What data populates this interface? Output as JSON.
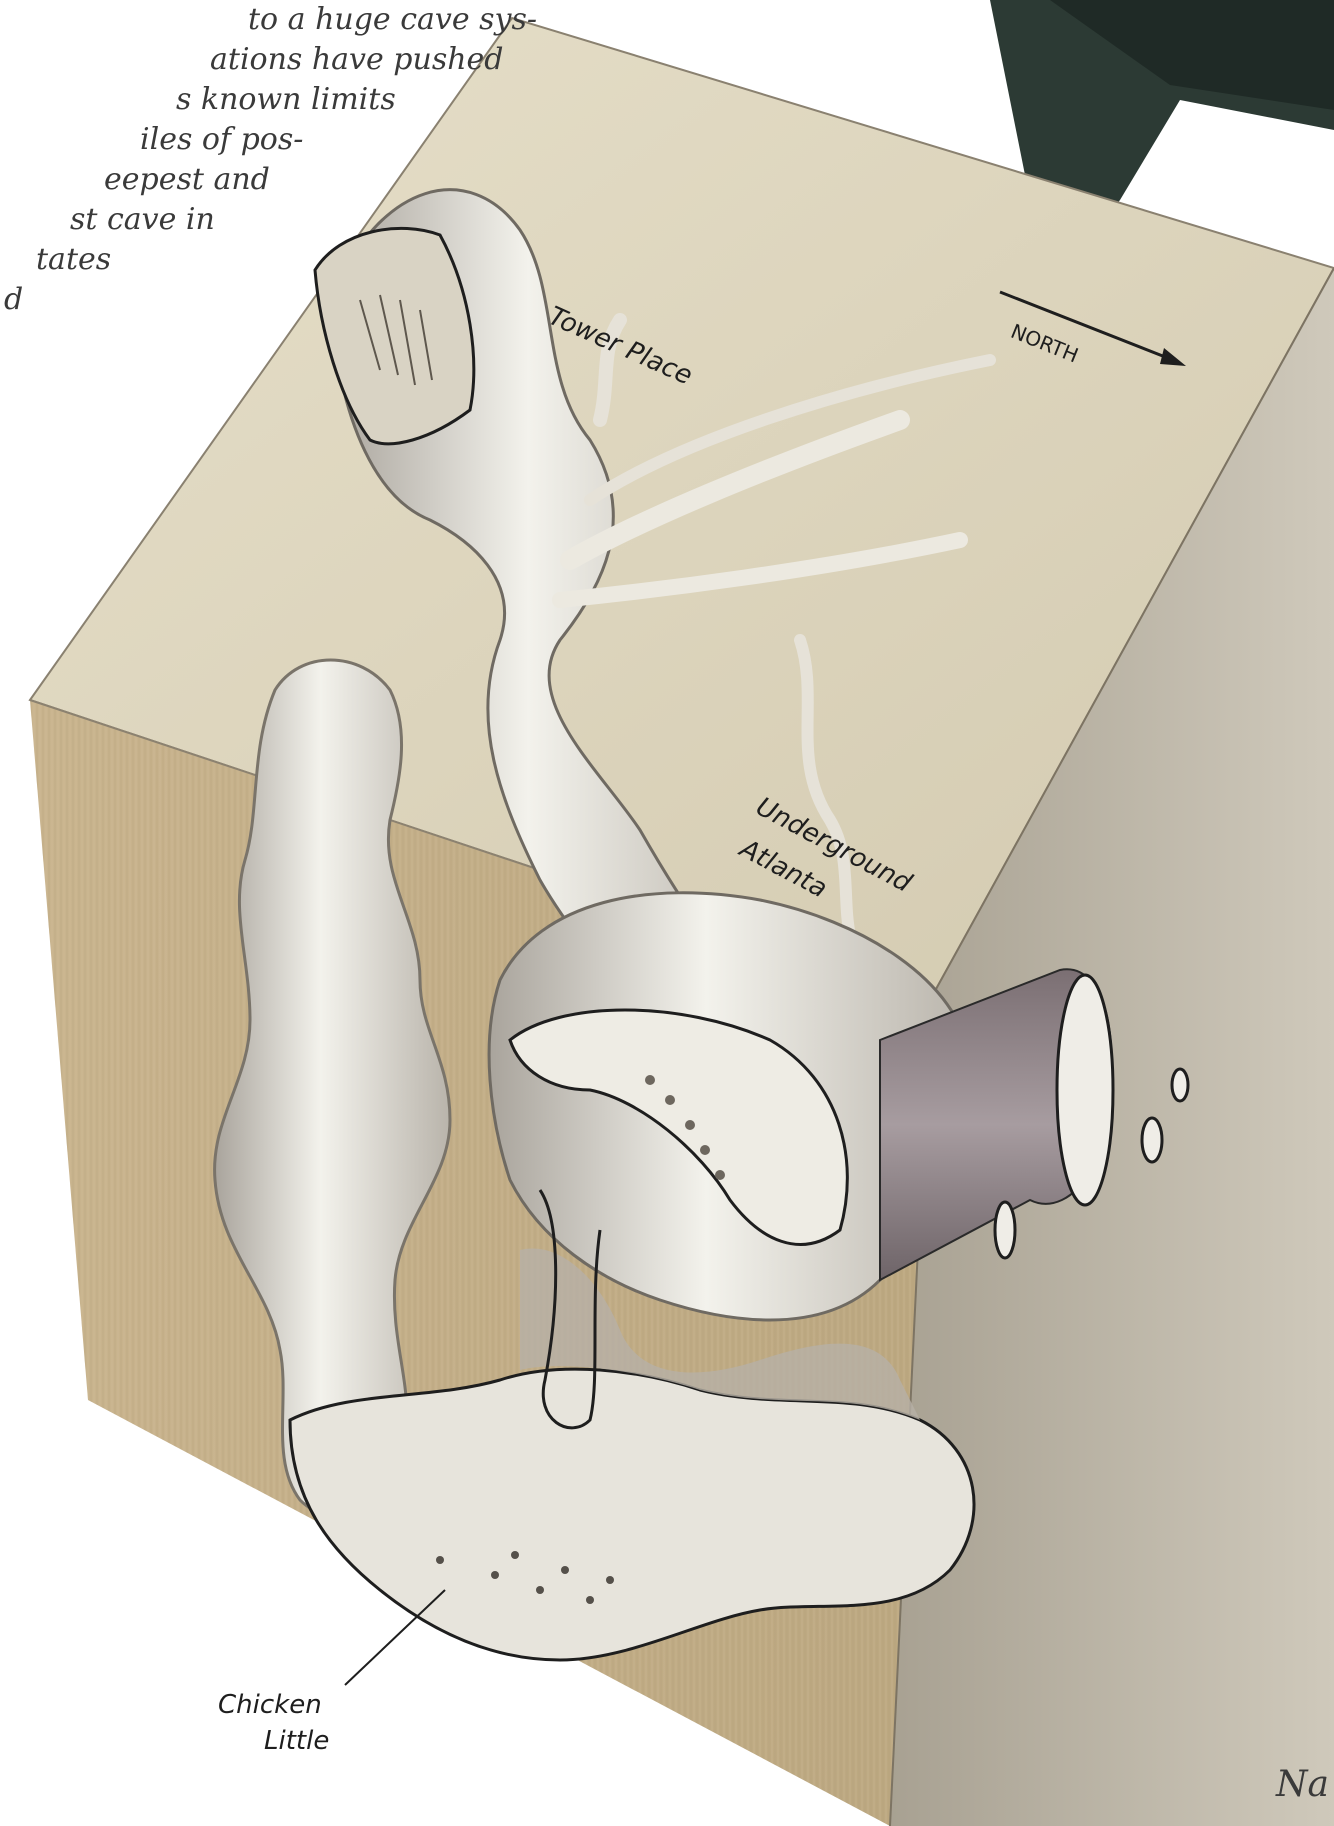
{
  "intro_text": {
    "lines": [
      "to a huge cave sys-",
      "ations have pushed",
      "s known limits",
      "iles of pos-",
      "eepest and",
      "st cave in",
      "tates",
      "d"
    ]
  },
  "labels": {
    "tower_place": "Tower Place",
    "north": "NORTH",
    "underground_line1": "Underground",
    "underground_line2": "Atlanta",
    "chicken_line1": "Chicken",
    "chicken_line2": "Little"
  },
  "cut_text": "Na",
  "colors": {
    "block_top": "#ddd6bf",
    "block_left": "#c4ae89",
    "block_right": "#bdb6a5",
    "cave_light": "#f1f0ea",
    "cave_shadow": "#b3aea6",
    "cave_outline": "#2a2a2a",
    "book_dark": "#2c3a34"
  }
}
